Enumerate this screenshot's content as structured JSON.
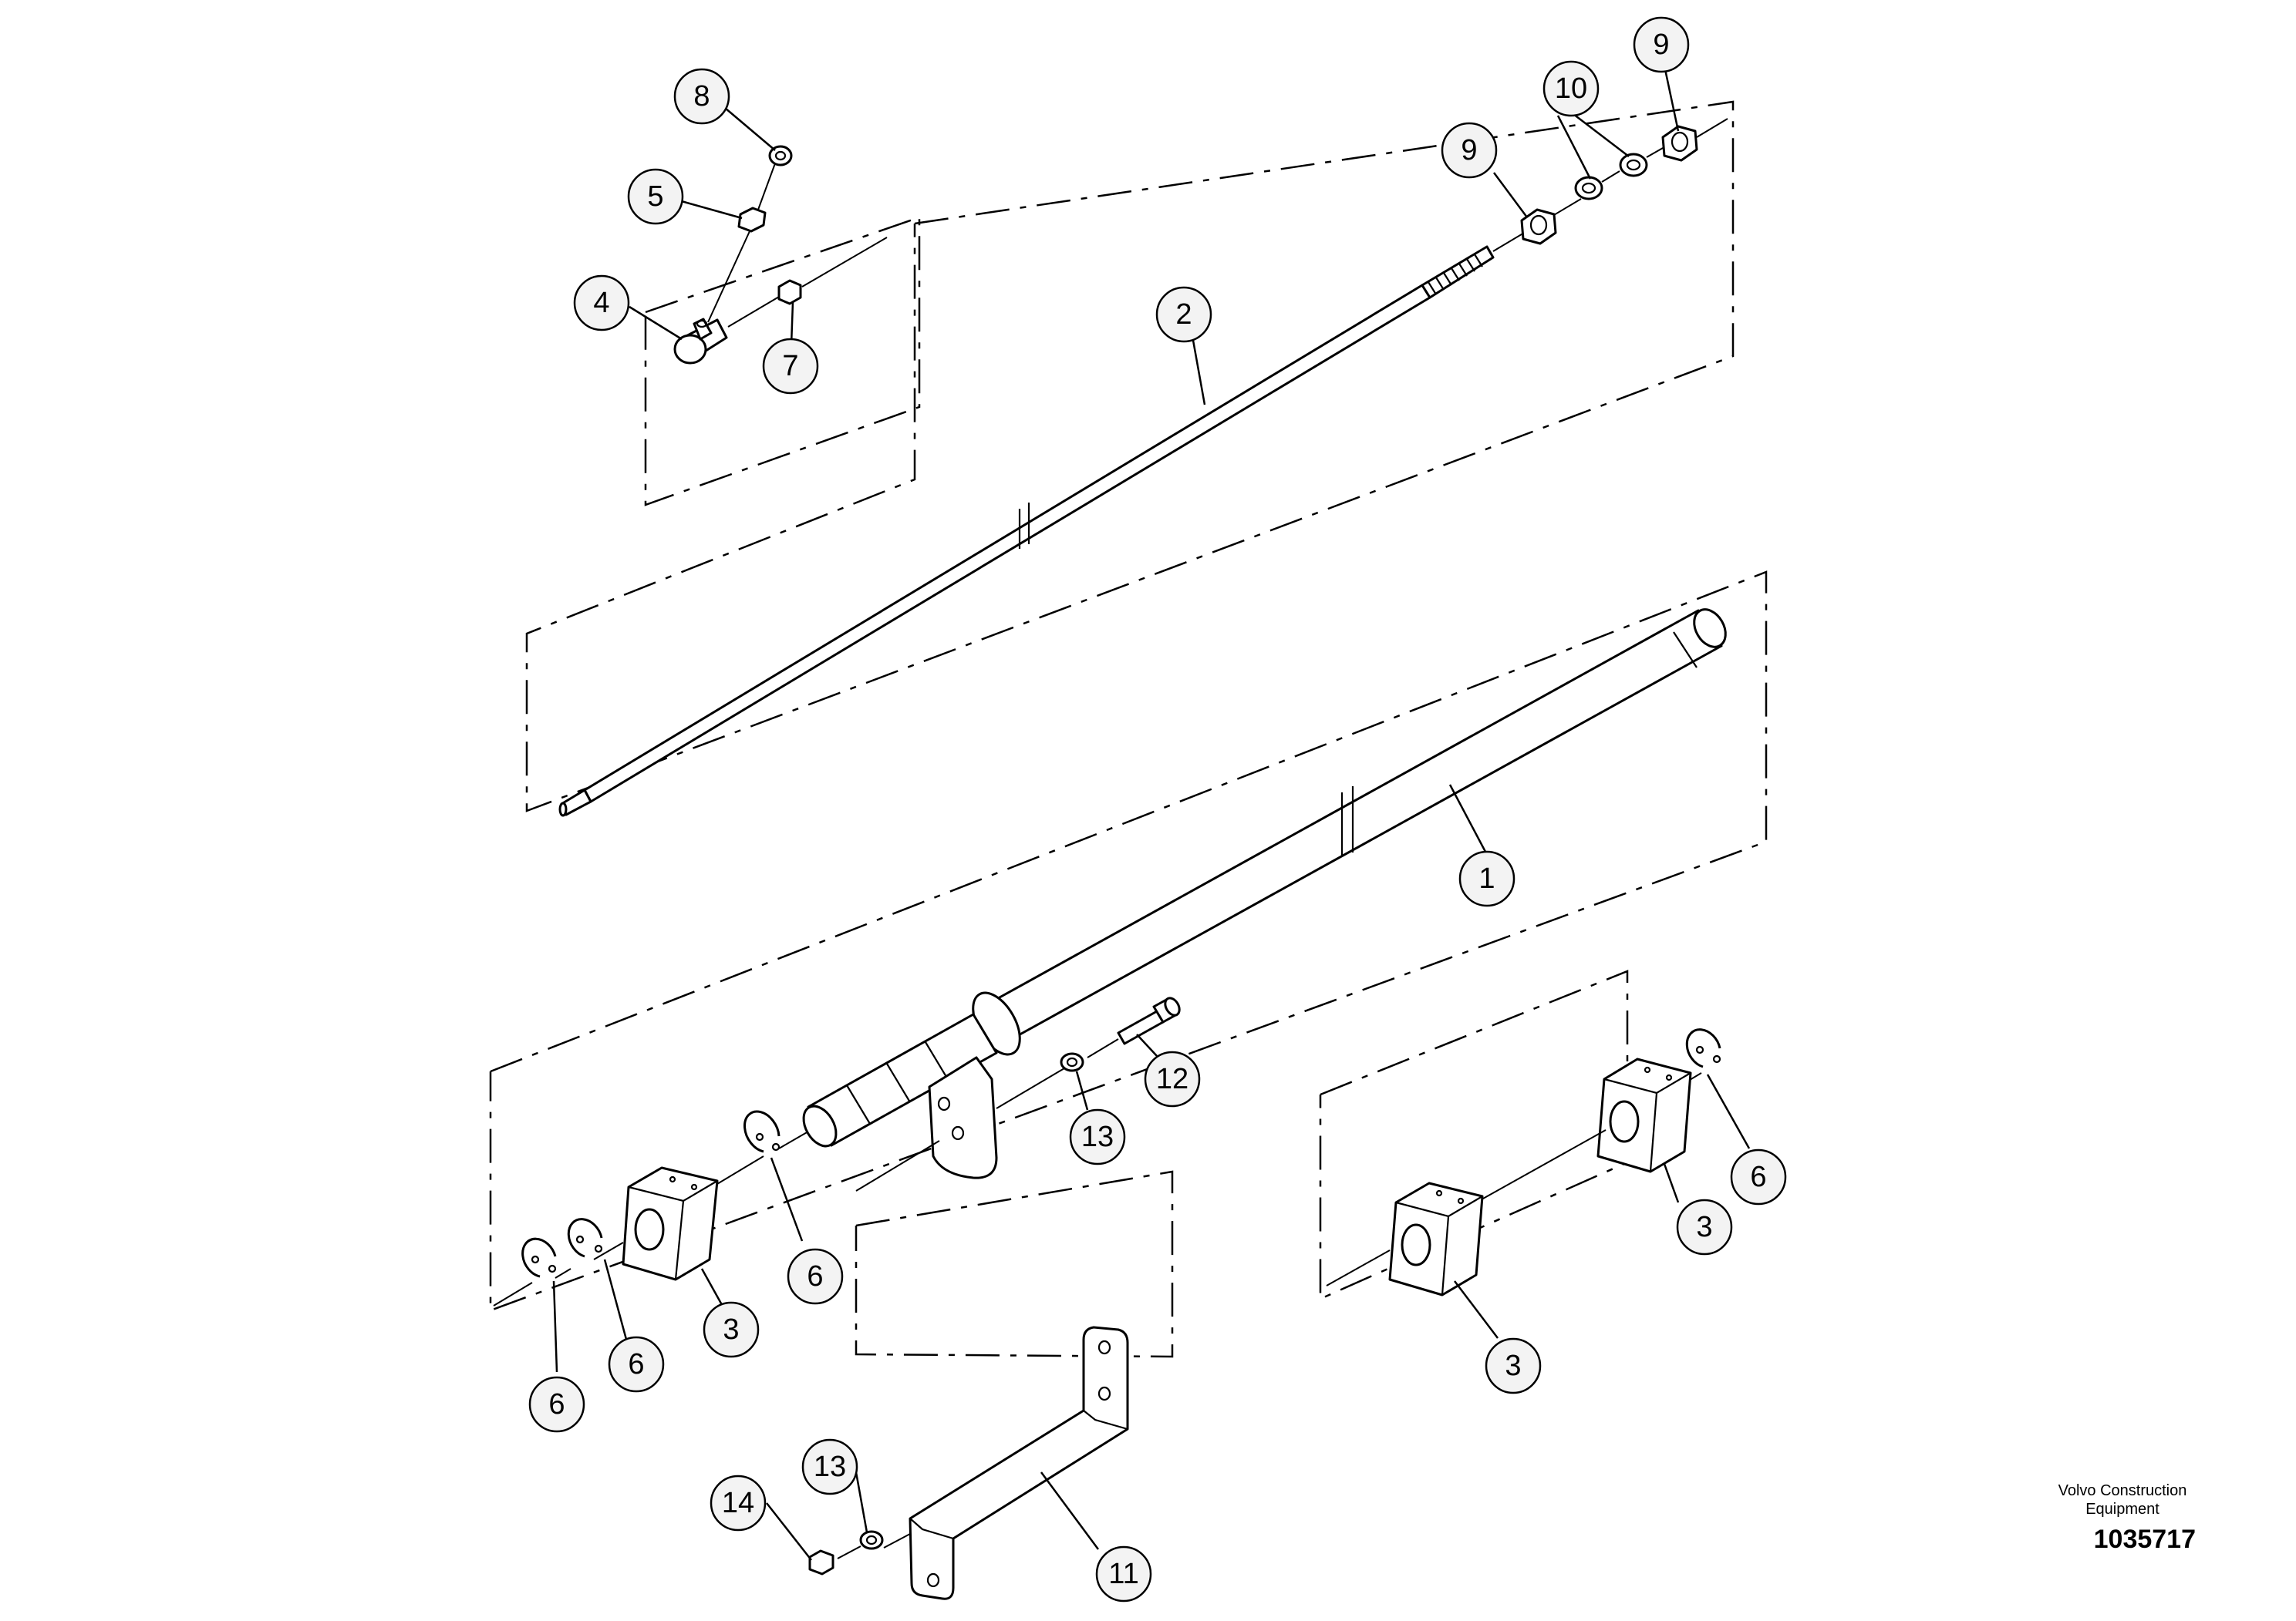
{
  "brand": {
    "line1": "Volvo Construction",
    "line2": "Equipment"
  },
  "document_number": "1035717",
  "callouts": {
    "c8": "8",
    "c5": "5",
    "c4": "4",
    "c7": "7",
    "c2": "2",
    "c9a": "9",
    "c10": "10",
    "c9b": "9",
    "c1": "1",
    "c12": "12",
    "c13a": "13",
    "c6a": "6",
    "c3a": "3",
    "c6b": "6",
    "c6c": "6",
    "c6d": "6",
    "c3b": "3",
    "c3c": "3",
    "c13b": "13",
    "c14": "14",
    "c11": "11"
  }
}
